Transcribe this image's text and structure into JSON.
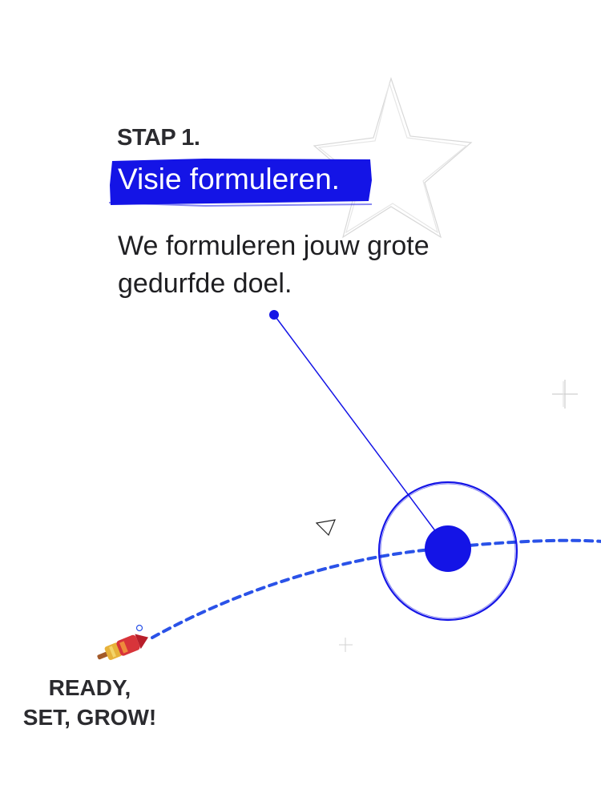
{
  "step": {
    "label": "STAP 1.",
    "title": "Visie formuleren.",
    "description": "We formuleren jouw grote gedurfde doel."
  },
  "cta": {
    "line1": "READY,",
    "line2": "SET, GROW!"
  },
  "colors": {
    "accent": "#1414e6",
    "text": "#1f1f22",
    "background": "#ffffff"
  },
  "icons": [
    "star-icon",
    "sparkle-icon",
    "rocket-icon",
    "paper-plane-icon",
    "milestone-icon"
  ]
}
